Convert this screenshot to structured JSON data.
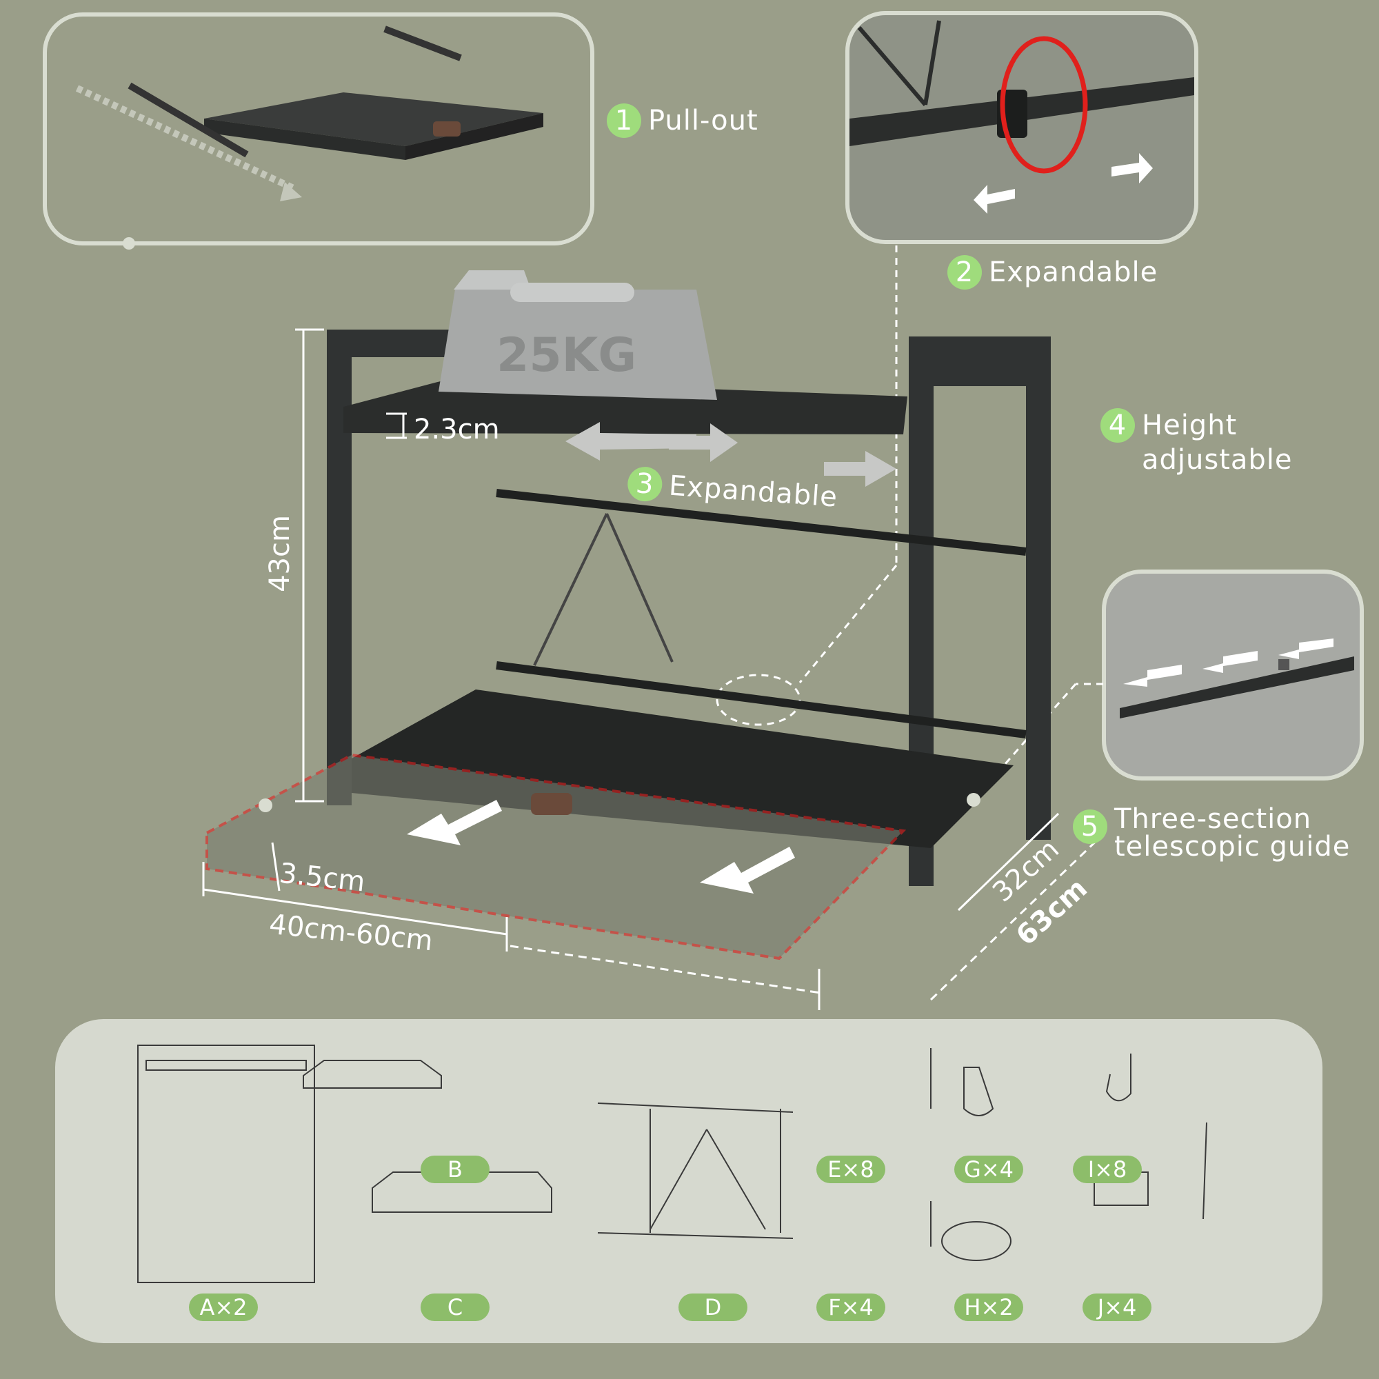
{
  "features": [
    {
      "num": "1",
      "label": "Pull-out"
    },
    {
      "num": "2",
      "label": "Expandable"
    },
    {
      "num": "3",
      "label": "Expandable"
    },
    {
      "num": "4",
      "label": "Height\nadjustable"
    },
    {
      "num": "5",
      "label": "Three-section\ntelescopic guide"
    }
  ],
  "weight_label": "25KG",
  "dimensions": {
    "height": "43cm",
    "shelf_thickness": "2.3cm",
    "drawer_thickness": "3.5cm",
    "width_range": "40cm-60cm",
    "depth": "32cm",
    "total": "63cm"
  },
  "parts": [
    "A×2",
    "B",
    "C",
    "D",
    "E×8",
    "F×4",
    "G×4",
    "H×2",
    "I×8",
    "J×4"
  ],
  "colors": {
    "background": "#9a9e89",
    "accent": "#9fdc7c",
    "pill": "#8dbd6a",
    "panel": "#d6d9cf"
  }
}
